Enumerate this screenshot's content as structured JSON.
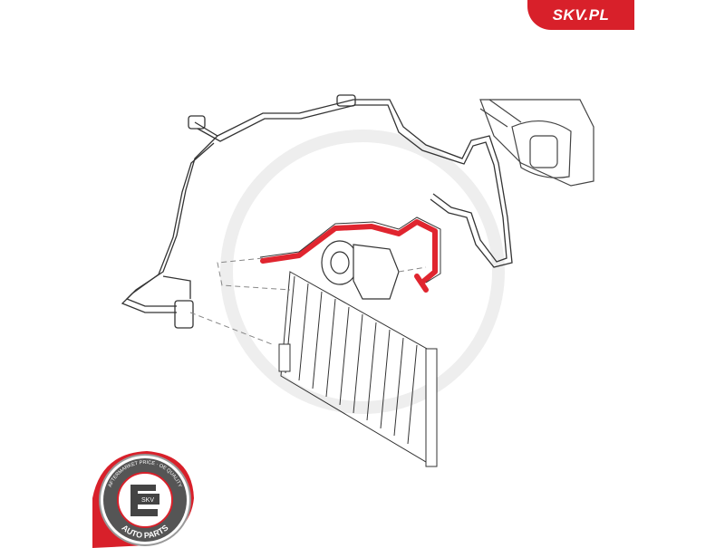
{
  "brand": {
    "label": "SKV.PL",
    "color": "#d8202a"
  },
  "seal": {
    "center_text": "SKV",
    "top_text": "AFTERMARKET PRICE · OE QUALITY",
    "bottom_text": "AUTO PARTS"
  },
  "diagram": {
    "highlight_color": "#e0252f",
    "line_color": "#333333"
  }
}
